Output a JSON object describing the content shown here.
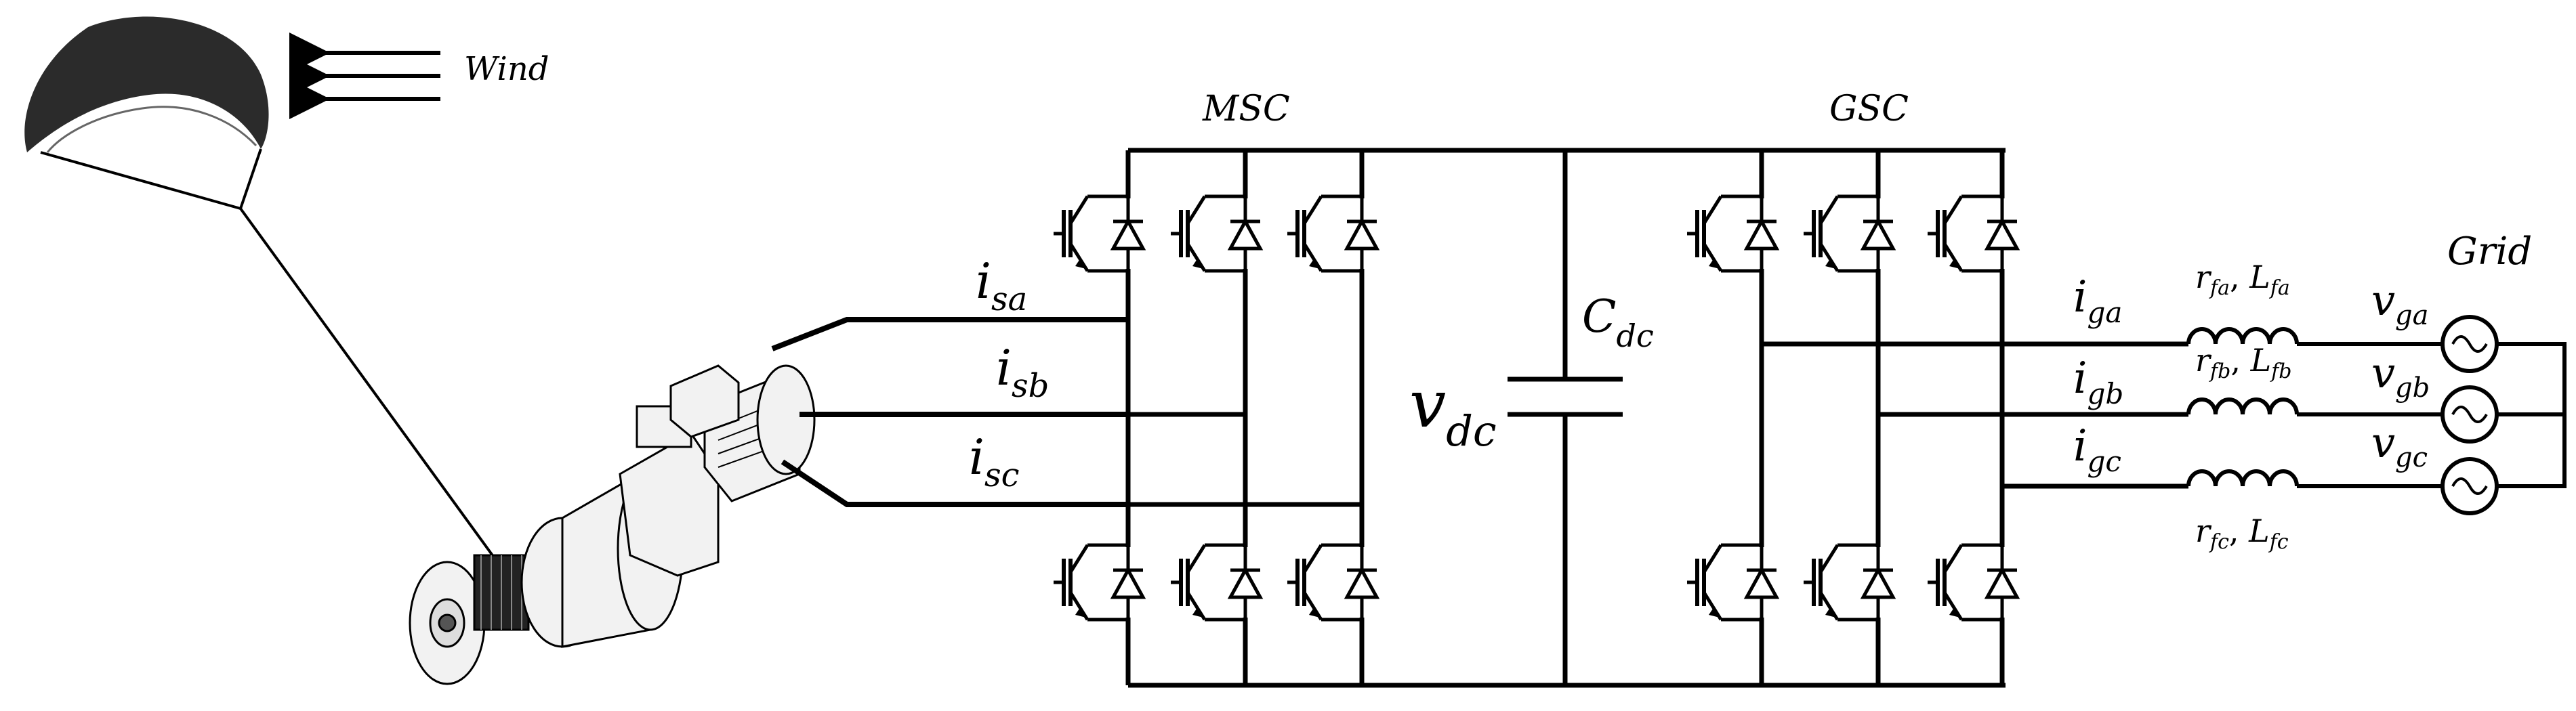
{
  "wind_label": "Wind",
  "converters": {
    "msc_label": "MSC",
    "gsc_label": "GSC"
  },
  "dc_link": {
    "capacitor_main": "C",
    "capacitor_sub": "dc",
    "voltage_main": "v",
    "voltage_sub": "dc"
  },
  "stator_currents": [
    {
      "main": "i",
      "sub": "sa"
    },
    {
      "main": "i",
      "sub": "sb"
    },
    {
      "main": "i",
      "sub": "sc"
    }
  ],
  "grid_currents": [
    {
      "main": "i",
      "sub": "ga"
    },
    {
      "main": "i",
      "sub": "gb"
    },
    {
      "main": "i",
      "sub": "gc"
    }
  ],
  "filters": [
    {
      "r_main": "r",
      "r_sub": "fa",
      "sep": ", ",
      "l_main": "L",
      "l_sub": "fa"
    },
    {
      "r_main": "r",
      "r_sub": "fb",
      "sep": ", ",
      "l_main": "L",
      "l_sub": "fb"
    },
    {
      "r_main": "r",
      "r_sub": "fc",
      "sep": ", ",
      "l_main": "L",
      "l_sub": "fc"
    }
  ],
  "grid_voltages": [
    {
      "main": "v",
      "sub": "ga"
    },
    {
      "main": "v",
      "sub": "gb"
    },
    {
      "main": "v",
      "sub": "gc"
    }
  ],
  "grid_label": "Grid",
  "colors": {
    "ink": "#000000",
    "kite": "#2b2b2b",
    "machine_fill": "#f2f2f2"
  }
}
